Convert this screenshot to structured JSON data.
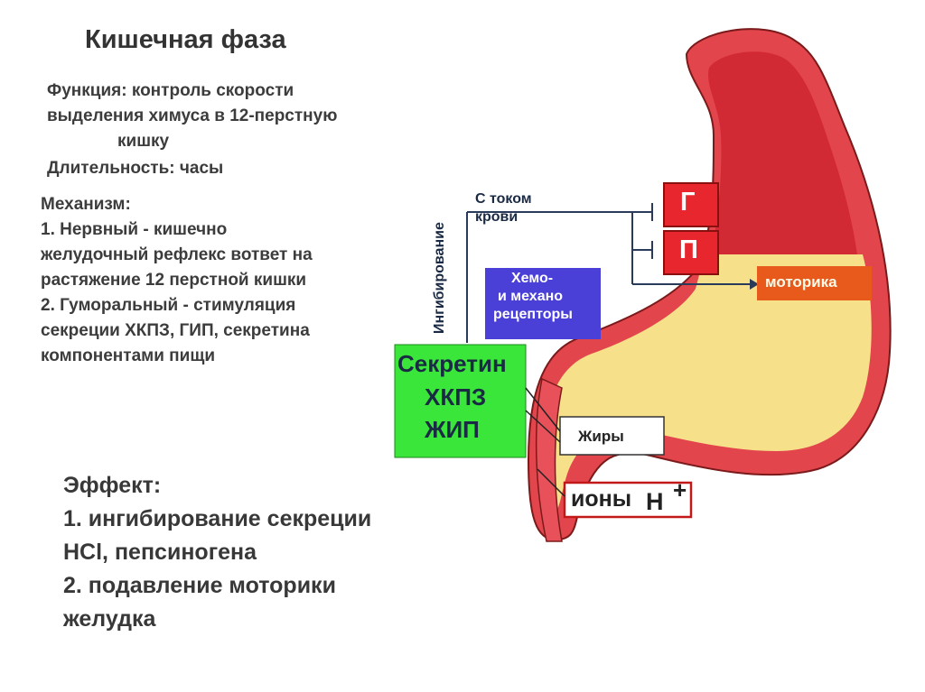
{
  "title": "Кишечная фаза",
  "function_lines": [
    "Функция: контроль скорости",
    "выделения химуса в 12-перстную",
    "кишку"
  ],
  "duration": "Длительность: часы",
  "mechanism_lines": [
    "Механизм:",
    "1. Нервный - кишечно",
    "желудочный рефлекс вответ на",
    "растяжение 12 перстной кишки",
    "2. Гуморальный - стимуляция",
    "секреции ХКПЗ, ГИП, секретина",
    "компонентами пищи"
  ],
  "effect_lines": [
    "Эффект:",
    "1. ингибирование секреции",
    "HCl, пепсиногена",
    "2. подавление моторики",
    "желудка"
  ],
  "diagram": {
    "inhibition_label": "Ингибирование",
    "blood_label_1": "С током",
    "blood_label_2": "крови",
    "g_label": "Г",
    "p_label": "П",
    "motility_label": "моторика",
    "receptors_lines": [
      "Хемо-",
      "и механо",
      "рецепторы"
    ],
    "hormones": [
      "Секретин",
      "ХКПЗ",
      "ЖИП"
    ],
    "fats_label": "Жиры",
    "ions_label": "ионы",
    "ions_h": "Н",
    "ions_plus": "+"
  },
  "colors": {
    "g_box": "#e8262e",
    "receptors_box": "#4a3fd6",
    "hormones_box": "#39e639",
    "motility_box": "#e85a1c",
    "stomach_outer": "#e2454c",
    "stomach_inner": "#f7e08a"
  }
}
